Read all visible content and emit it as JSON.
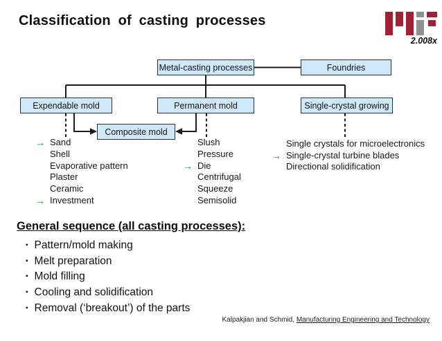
{
  "slide": {
    "title": "Classification of casting processes",
    "course_badge": "2.008x"
  },
  "icons": {
    "arrow": "→"
  },
  "colors": {
    "box_fill": "#cfe9f8",
    "box_border": "#27333a",
    "mit_red": "#9e2235",
    "mit_gray": "#8e9091",
    "highlight_green": "#1f8f3a"
  },
  "diagram": {
    "boxes": {
      "metal_casting": "Metal-casting processes",
      "foundries": "Foundries",
      "expendable": "Expendable mold",
      "permanent": "Permanent mold",
      "single_crystal": "Single-crystal growing",
      "composite": "Composite mold"
    },
    "expendable_items": [
      {
        "label": "Sand",
        "arrow": true
      },
      {
        "label": "Shell",
        "arrow": false
      },
      {
        "label": "Evaporative pattern",
        "arrow": false
      },
      {
        "label": "Plaster",
        "arrow": false
      },
      {
        "label": "Ceramic",
        "arrow": false
      },
      {
        "label": "Investment",
        "arrow": true
      }
    ],
    "permanent_items": [
      {
        "label": "Slush",
        "arrow": false
      },
      {
        "label": "Pressure",
        "arrow": false
      },
      {
        "label": "Die",
        "arrow": true
      },
      {
        "label": "Centrifugal",
        "arrow": false
      },
      {
        "label": "Squeeze",
        "arrow": false
      },
      {
        "label": "Semisolid",
        "arrow": false
      }
    ],
    "single_crystal_items": [
      {
        "label": "Single crystals for microelectronics",
        "arrow": false
      },
      {
        "label": "Single-crystal turbine blades",
        "arrow": true
      },
      {
        "label": "Directional solidification",
        "arrow": false
      }
    ]
  },
  "sequence": {
    "heading": "General sequence (all casting processes):",
    "bullet": "▪",
    "items": [
      "Pattern/mold making",
      "Melt preparation",
      "Mold filling",
      "Cooling and solidification",
      "Removal (‘breakout’) of the parts"
    ]
  },
  "footer": {
    "authors": "Kalpakjian and Schmid, ",
    "book": "Manufacturing Engineering and Technology"
  }
}
